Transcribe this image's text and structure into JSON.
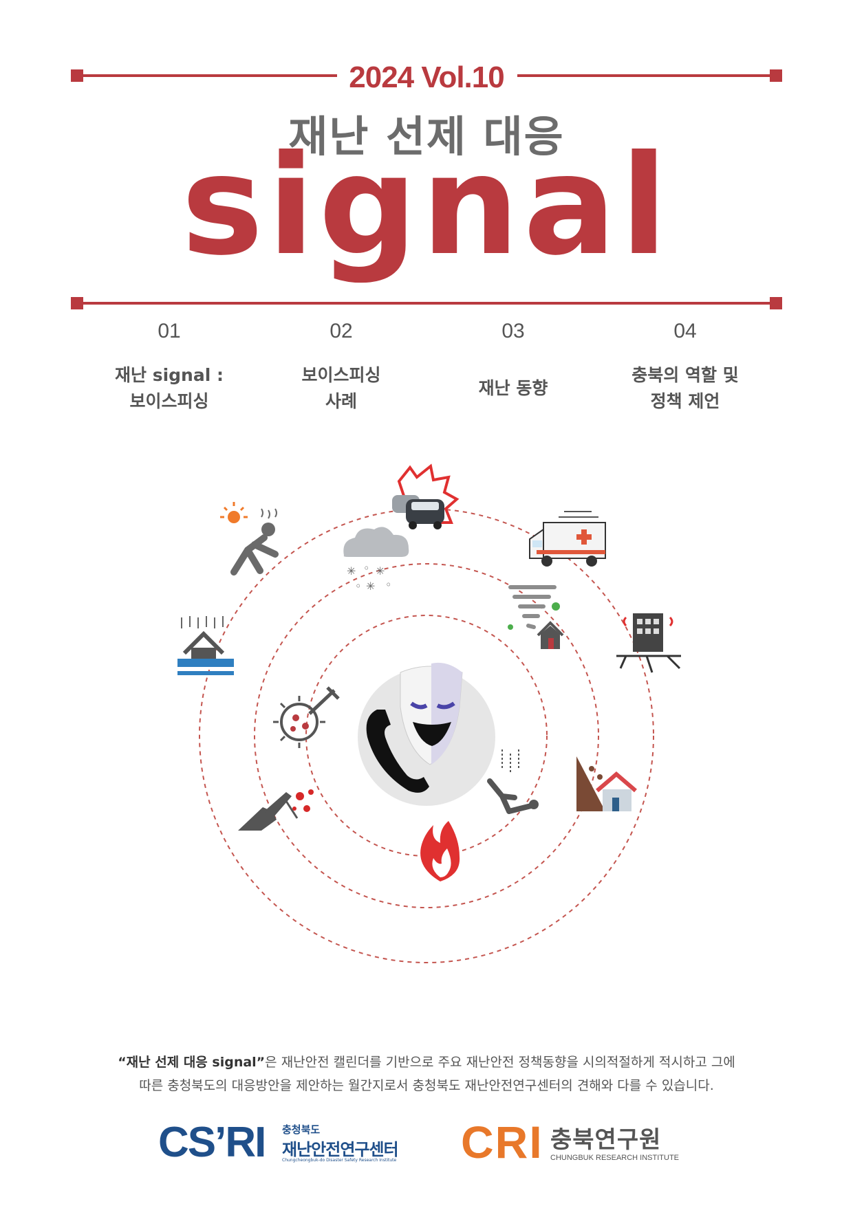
{
  "header": {
    "volume": "2024 Vol.10",
    "subtitle": "재난 선제 대응",
    "title": "signal"
  },
  "toc": [
    {
      "num": "01",
      "line1": "재난 signal :",
      "line2": "보이스피싱"
    },
    {
      "num": "02",
      "line1": "보이스피싱",
      "line2": "사례"
    },
    {
      "num": "03",
      "line1": "재난 동향",
      "line2": ""
    },
    {
      "num": "04",
      "line1": "충북의 역할 및",
      "line2": "정책 제언"
    }
  ],
  "icons": [
    "car-crash-icon",
    "ambulance-icon",
    "heatwave-icon",
    "snow-cloud-icon",
    "typhoon-icon",
    "earthquake-building-icon",
    "flood-house-icon",
    "virus-icon",
    "phone-fraud-mask-icon",
    "fall-icon",
    "landslide-icon",
    "crime-knife-icon",
    "fire-icon"
  ],
  "colors": {
    "accent": "#b93a3f",
    "gray": "#6c6c6c",
    "csri_blue": "#1f4f8a",
    "cri_orange": "#e8782a"
  },
  "description": {
    "line1_bold": "“재난 선제 대응 signal”",
    "line1_rest": "은 재난안전 캘린더를 기반으로 주요 재난안전 정책동향을 시의적절하게 적시하고 그에",
    "line2": "따른 충청북도의 대응방안을 제안하는 월간지로서 충청북도 재난안전연구센터의 견해와 다를 수 있습니다."
  },
  "logos": {
    "csri": {
      "mark": "CS’RI",
      "line1": "충청북도",
      "line2": "재난안전연구센터",
      "line3": "Chungcheongbuk-do Disaster Safety Research Institute"
    },
    "cri": {
      "mark": "CRI",
      "kor": "충북연구원",
      "eng": "CHUNGBUK RESEARCH INSTITUTE"
    }
  }
}
